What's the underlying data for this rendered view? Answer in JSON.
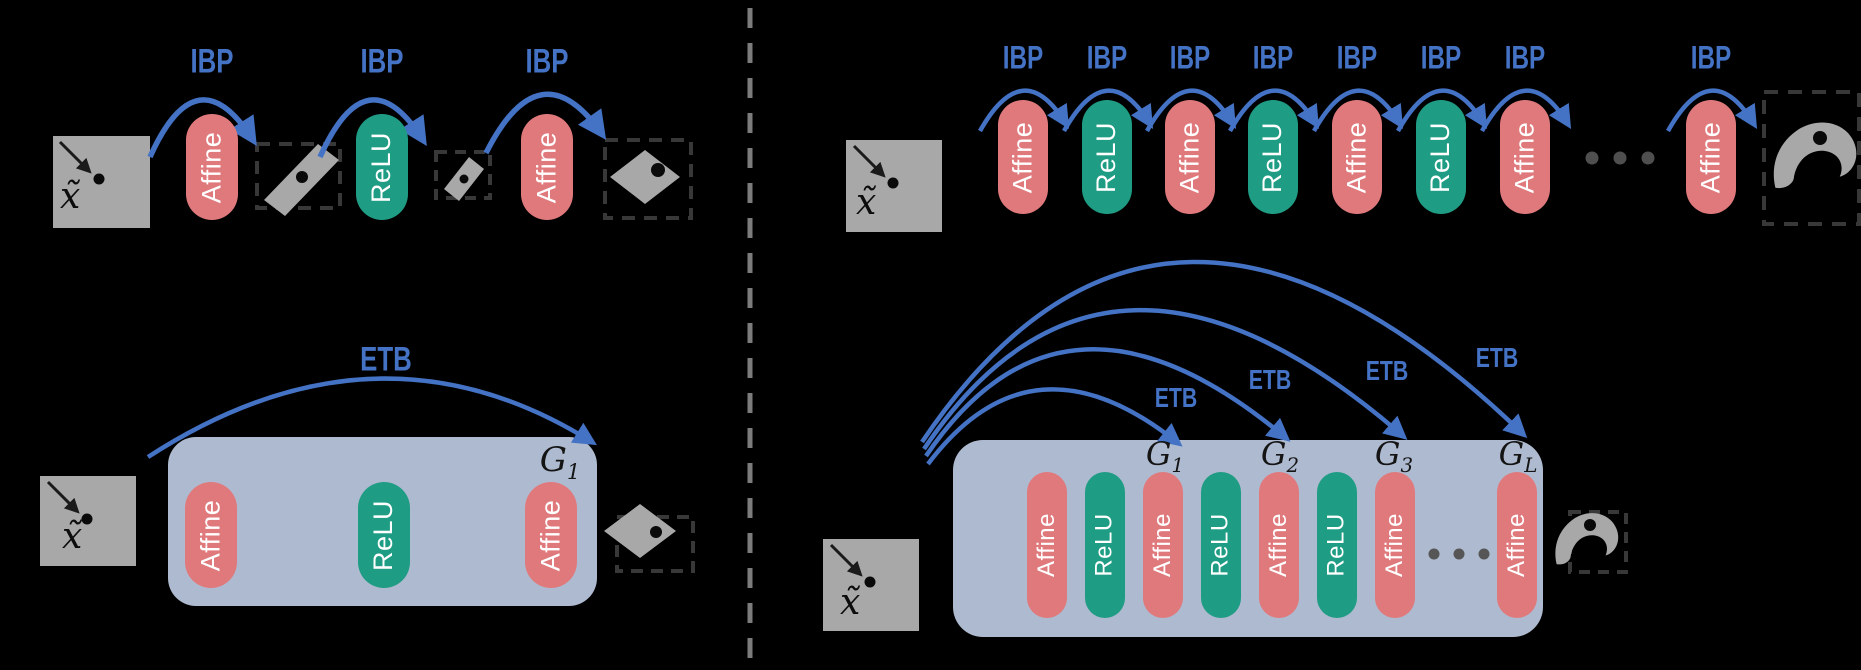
{
  "figure": {
    "background": "#000000",
    "palette": {
      "affine_block": "#E0797C",
      "relu_block": "#1F9C84",
      "group_container": "#AEBACF",
      "set_gray": "#A8A8A8",
      "arrow_blue": "#4472C4",
      "dashed_outline": "#383838",
      "divider_gray": "#7c7c7c",
      "pill_text": "#FFFFFF"
    },
    "panels": {
      "top_left": {
        "input_label": "x̃",
        "ibp_labels": [
          "IBP",
          "IBP",
          "IBP"
        ],
        "blocks": [
          "Affine",
          "ReLU",
          "Affine"
        ]
      },
      "bottom_left": {
        "input_label": "x̃",
        "etb_label": "ETB",
        "group_label": {
          "base": "G",
          "sub": "1"
        },
        "blocks": [
          "Affine",
          "ReLU",
          "Affine"
        ]
      },
      "top_right": {
        "input_label": "x̃",
        "ibp_labels": [
          "IBP",
          "IBP",
          "IBP",
          "IBP",
          "IBP",
          "IBP",
          "IBP",
          "IBP"
        ],
        "blocks": [
          "Affine",
          "ReLU",
          "Affine",
          "ReLU",
          "Affine",
          "ReLU",
          "Affine"
        ],
        "last_block": "Affine"
      },
      "bottom_right": {
        "input_label": "x̃",
        "etb_labels": [
          "ETB",
          "ETB",
          "ETB",
          "ETB"
        ],
        "blocks": [
          "Affine",
          "ReLU",
          "Affine",
          "ReLU",
          "Affine",
          "ReLU",
          "Affine"
        ],
        "last_block": "Affine",
        "group_labels": [
          {
            "base": "G",
            "sub": "1"
          },
          {
            "base": "G",
            "sub": "2"
          },
          {
            "base": "G",
            "sub": "3"
          },
          {
            "base": "G",
            "sub": "L"
          }
        ]
      }
    }
  }
}
